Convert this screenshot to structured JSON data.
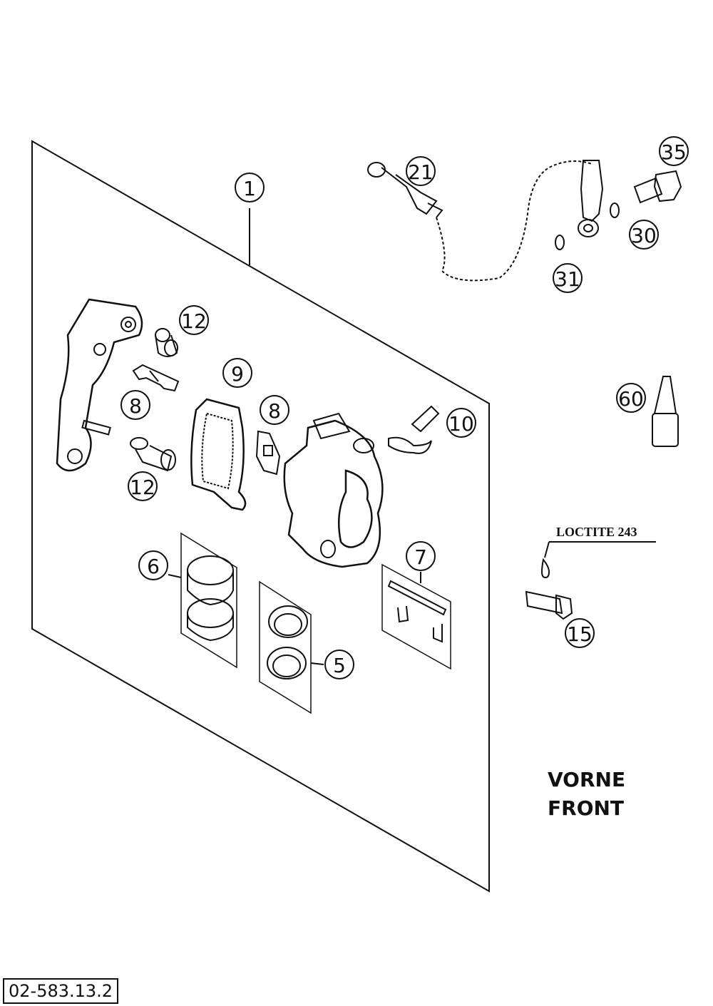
{
  "callouts": {
    "c1": "1",
    "c21": "21",
    "c35": "35",
    "c30": "30",
    "c31": "31",
    "c12a": "12",
    "c8a": "8",
    "c9": "9",
    "c8b": "8",
    "c10": "10",
    "c12b": "12",
    "c60": "60",
    "c6": "6",
    "c7": "7",
    "c5": "5",
    "c15": "15"
  },
  "loctite_label": "LOCTITE 243",
  "front_label": {
    "line1": "VORNE",
    "line2": "FRONT"
  },
  "drawing_code": "02-583.13.2",
  "icons": [
    "brake-bracket-icon",
    "bushing-icon",
    "pad-spring-icon",
    "brake-pad-icon",
    "caliper-body-icon",
    "bleeder-screw-icon",
    "piston-icon",
    "seal-ring-icon",
    "pin-clip-icon",
    "brake-hose-icon",
    "banjo-bolt-icon",
    "washer-icon",
    "loctite-bottle-icon",
    "screw-icon"
  ]
}
